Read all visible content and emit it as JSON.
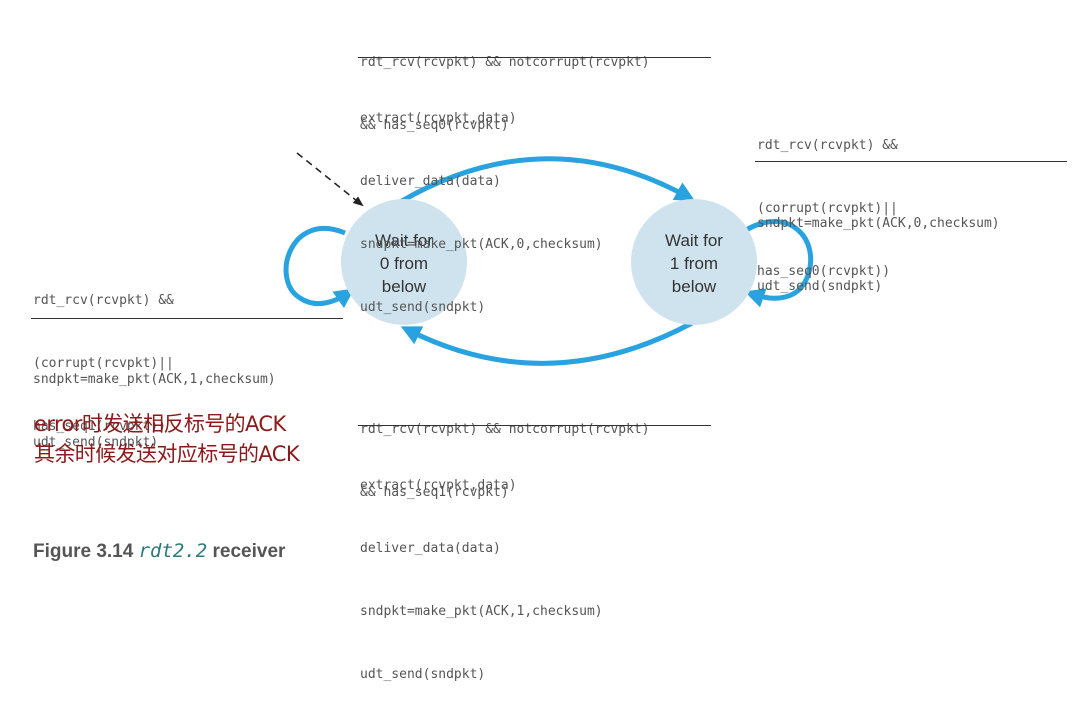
{
  "states": {
    "wait0": {
      "line1": "Wait for",
      "line2": "0 from",
      "line3": "below"
    },
    "wait1": {
      "line1": "Wait for",
      "line2": "1 from",
      "line3": "below"
    }
  },
  "top_transition": {
    "event": [
      "rdt_rcv(rcvpkt) && notcorrupt(rcvpkt)",
      "&& has_seq0(rcvpkt)"
    ],
    "actions": [
      "extract(rcvpkt,data)",
      "deliver_data(data)",
      "sndpkt=make_pkt(ACK,0,checksum)",
      "udt_send(sndpkt)"
    ]
  },
  "right_transition": {
    "event": [
      "rdt_rcv(rcvpkt) &&",
      "(corrupt(rcvpkt)||",
      "has_seq0(rcvpkt))"
    ],
    "actions": [
      "sndpkt=make_pkt(ACK,0,checksum)",
      "udt_send(sndpkt)"
    ]
  },
  "left_transition": {
    "event": [
      "rdt_rcv(rcvpkt) &&",
      "(corrupt(rcvpkt)||",
      "has_seq1(rcvpkt))"
    ],
    "actions": [
      "sndpkt=make_pkt(ACK,1,checksum)",
      "udt_send(sndpkt)"
    ]
  },
  "bottom_transition": {
    "event": [
      "rdt_rcv(rcvpkt) && notcorrupt(rcvpkt)",
      "&& has_seq1(rcvpkt)"
    ],
    "actions": [
      "extract(rcvpkt,data)",
      "deliver_data(data)",
      "sndpkt=make_pkt(ACK,1,checksum)",
      "udt_send(sndpkt)"
    ]
  },
  "notes": [
    "error时发送相反标号的ACK",
    "其余时候发送对应标号的ACK"
  ],
  "caption": {
    "prefix": "Figure 3.14",
    "code": "rdt2.2",
    "suffix": "receiver"
  },
  "colors": {
    "state_fill": "#cfe3ee",
    "arrow": "#29a3e0",
    "note": "#8b1a1a"
  }
}
